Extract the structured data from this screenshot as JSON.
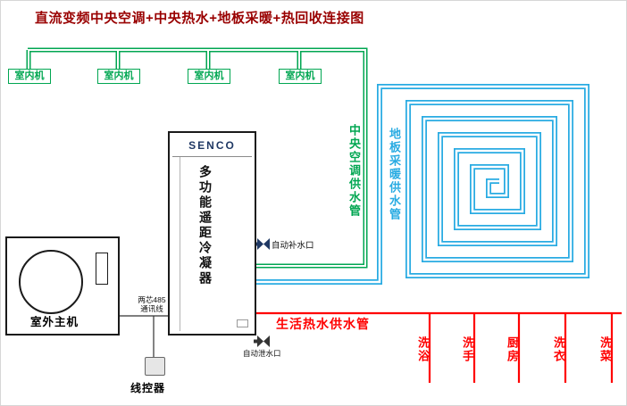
{
  "title": "直流变频中央空调+中央热水+地板采暖+热回收连接图",
  "colors": {
    "pipe_green": "#00A651",
    "pipe_blue": "#29ABE2",
    "pipe_red": "#FF0000",
    "title_red": "#990000",
    "brand_navy": "#1F3864"
  },
  "indoor_units": [
    {
      "label": "室内机"
    },
    {
      "label": "室内机"
    },
    {
      "label": "室内机"
    },
    {
      "label": "室内机"
    }
  ],
  "main_unit": {
    "brand": "SENCO",
    "name": "多功能遥距冷凝器"
  },
  "outdoor_unit": {
    "label": "室外主机"
  },
  "controller": {
    "label": "线控器"
  },
  "pipes": {
    "ac_supply_label": "中央空调供水管",
    "floor_heating_label": "地板采暖供水管",
    "hot_water_label": "生活热水供水管"
  },
  "ports": {
    "auto_refill": "自动补水口",
    "auto_drain": "自动泄水口"
  },
  "comm_line": {
    "line1": "两芯485",
    "line2": "通讯线"
  },
  "taps": [
    "洗浴",
    "洗手",
    "厨房",
    "洗衣",
    "洗菜"
  ]
}
